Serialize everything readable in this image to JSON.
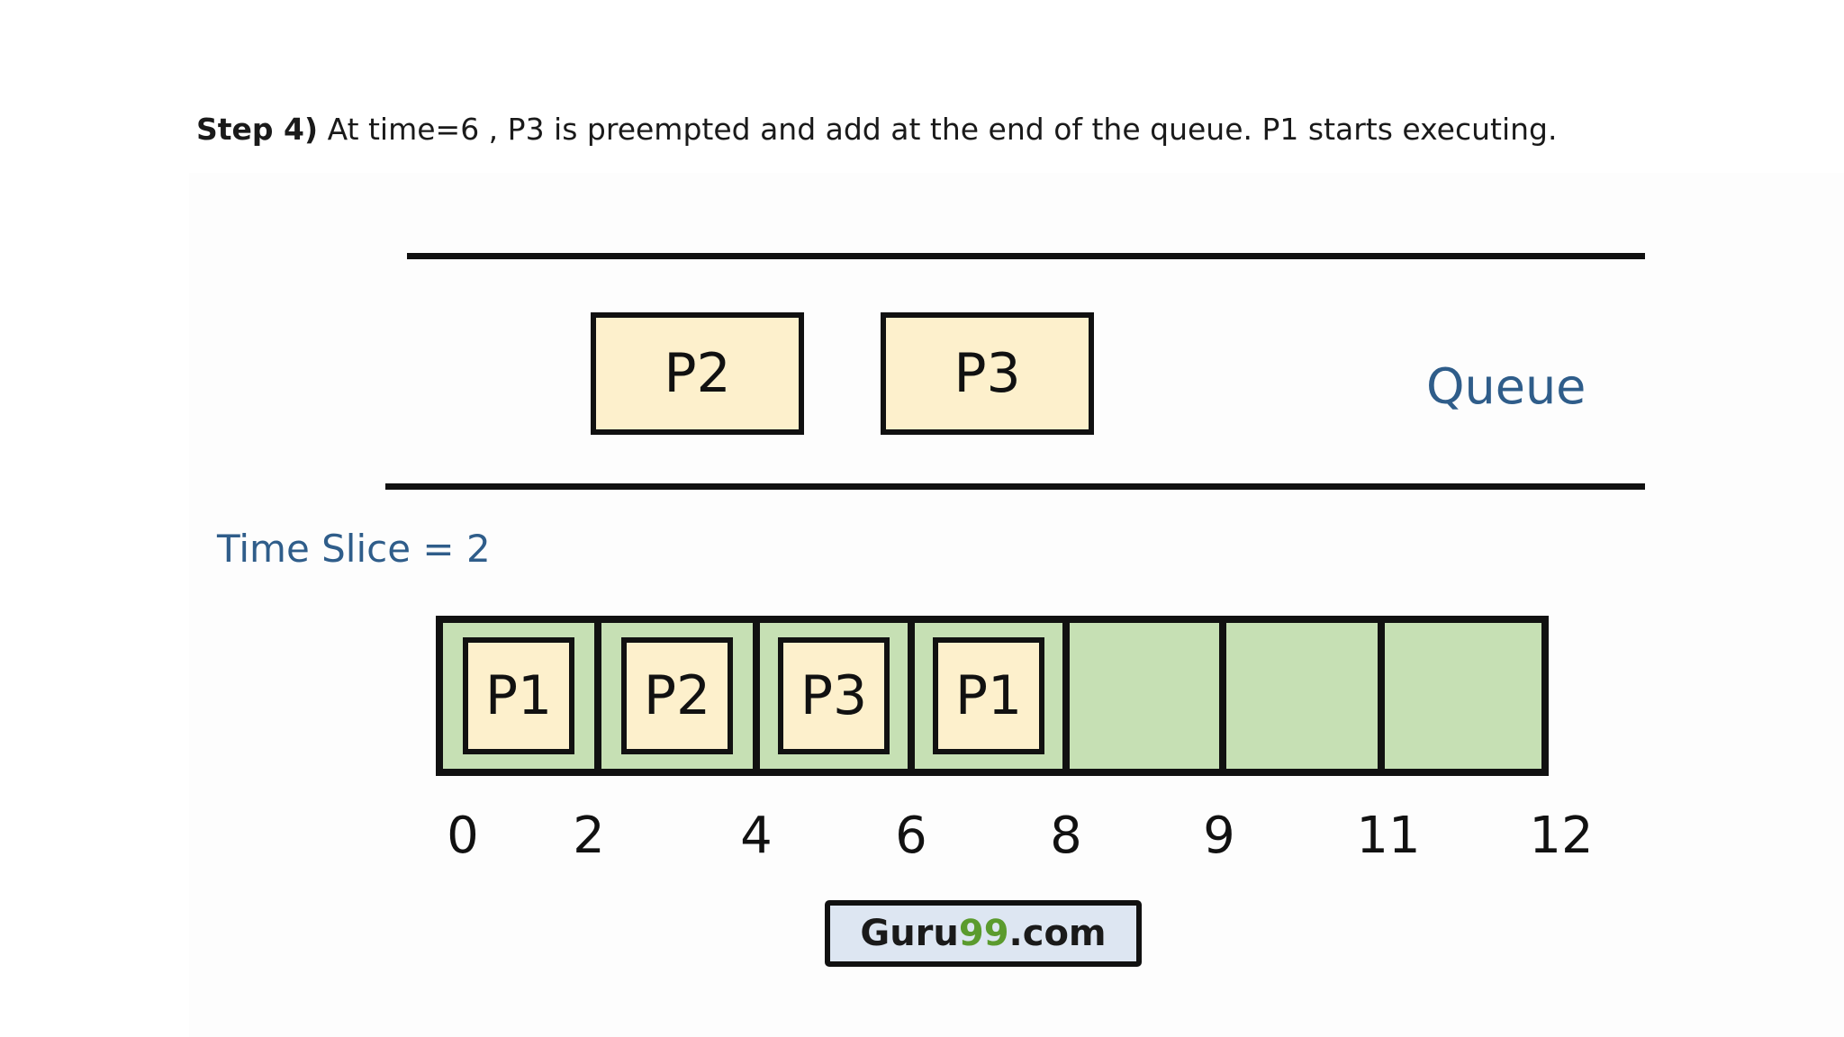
{
  "caption": {
    "step": "Step 4)",
    "text": " At time=6 , P3 is preempted and add at the end of the queue. P1 starts executing."
  },
  "queue": {
    "items": [
      "P2",
      "P3"
    ],
    "label": "Queue"
  },
  "time_slice_label": "Time Slice = 2",
  "gantt": {
    "slots": [
      "P1",
      "P2",
      "P3",
      "P1",
      "",
      "",
      ""
    ],
    "ticks": [
      "0",
      "2",
      "4",
      "6",
      "8",
      "9",
      "11",
      "12"
    ]
  },
  "logo": {
    "part1": "Guru",
    "part2": "99",
    "part3": ".com"
  },
  "colors": {
    "queue_box": "#fdf0cc",
    "gantt_cell": "#c6e0b4",
    "label_blue": "#2f5d8a",
    "logo_green": "#5b9b2e"
  }
}
